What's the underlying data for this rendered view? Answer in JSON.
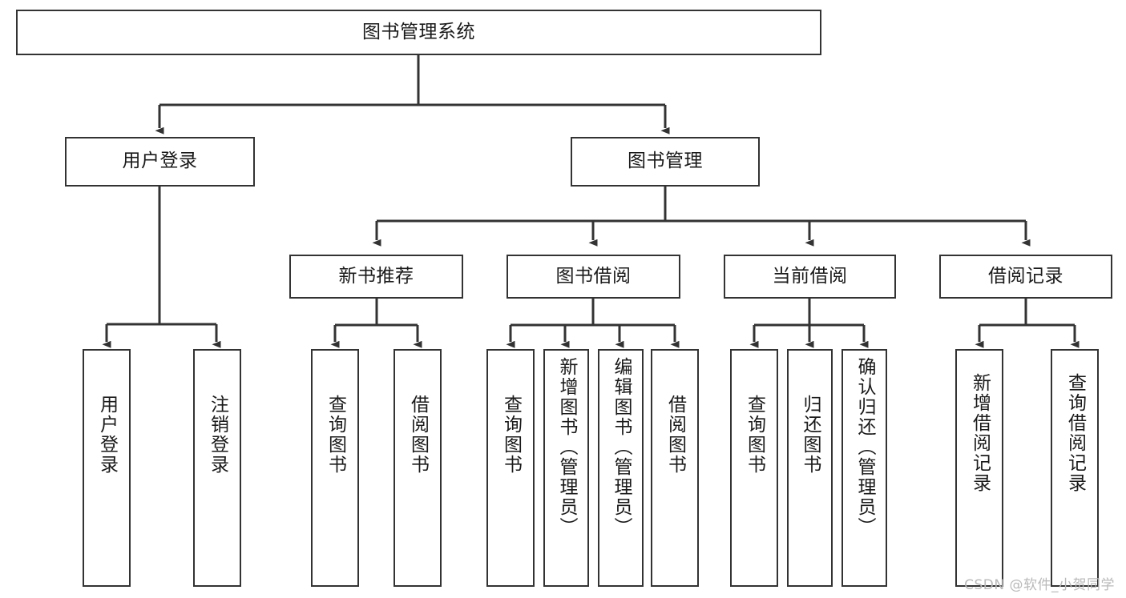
{
  "diagram": {
    "title": "图书管理系统",
    "type": "tree-hierarchy-diagram",
    "colors": {
      "node_border": "#333333",
      "node_fill": "#ffffff",
      "edge": "#333333",
      "text": "#1a1a1a",
      "watermark": "#b9b9b9",
      "background": "#ffffff"
    },
    "root": {
      "label": "图书管理系统"
    },
    "level2": [
      {
        "label": "用户登录"
      },
      {
        "label": "图书管理"
      }
    ],
    "level3": [
      {
        "label": "新书推荐"
      },
      {
        "label": "图书借阅"
      },
      {
        "label": "当前借阅"
      },
      {
        "label": "借阅记录"
      }
    ],
    "leaves": {
      "user_login": [
        {
          "label": "用户登录"
        },
        {
          "label": "注销登录"
        }
      ],
      "new_book_recommend": [
        {
          "label": "查询图书"
        },
        {
          "label": "借阅图书"
        }
      ],
      "book_borrow": [
        {
          "label": "查询图书"
        },
        {
          "label": "新增图书（管理员）"
        },
        {
          "label": "编辑图书（管理员）"
        },
        {
          "label": "借阅图书"
        }
      ],
      "current_borrow": [
        {
          "label": "查询图书"
        },
        {
          "label": "归还图书"
        },
        {
          "label": "确认归还（管理员）"
        }
      ],
      "borrow_record": [
        {
          "label": "新增借阅记录"
        },
        {
          "label": "查询借阅记录"
        }
      ]
    }
  },
  "watermark": {
    "text": "CSDN @软件_小贺同学"
  }
}
